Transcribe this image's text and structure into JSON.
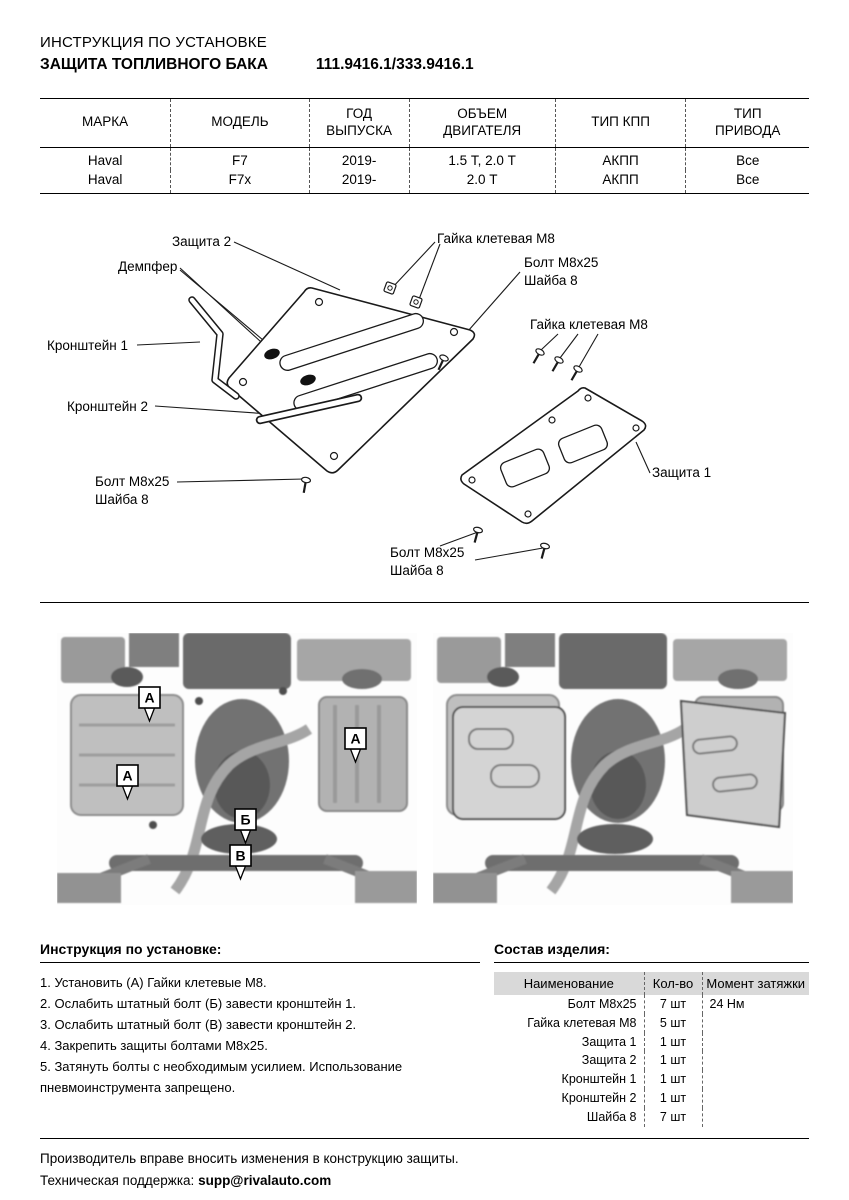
{
  "header": {
    "doc_type": "ИНСТРУКЦИЯ ПО УСТАНОВКЕ",
    "title": "ЗАЩИТА ТОПЛИВНОГО БАКА",
    "part_number": "111.9416.1/333.9416.1"
  },
  "spec_table": {
    "headers": [
      "МАРКА",
      "МОДЕЛЬ",
      "ГОД\nВЫПУСКА",
      "ОБЪЕМ\nДВИГАТЕЛЯ",
      "ТИП КПП",
      "ТИП\nПРИВОДА"
    ],
    "rows": [
      [
        "Haval",
        "F7",
        "2019-",
        "1.5 Т, 2.0 Т",
        "АКПП",
        "Все"
      ],
      [
        "Haval",
        "F7x",
        "2019-",
        "2.0 Т",
        "АКПП",
        "Все"
      ]
    ]
  },
  "diagram": {
    "labels": {
      "shield2": "Защита 2",
      "cage_nut_top": "Гайка клетевая М8",
      "damper": "Демпфер",
      "bolt_top": "Болт М8х25",
      "washer_top": "Шайба 8",
      "bracket1": "Кронштейн 1",
      "cage_nut_right": "Гайка клетевая М8",
      "bracket2": "Кронштейн 2",
      "shield1": "Защита 1",
      "bolt_left": "Болт М8х25",
      "washer_left": "Шайба 8",
      "bolt_bottom": "Болт М8х25",
      "washer_bottom": "Шайба 8"
    }
  },
  "photos": {
    "markers": [
      "А",
      "А",
      "А",
      "Б",
      "В"
    ]
  },
  "instructions": {
    "title": "Инструкция по установке:",
    "steps": [
      "1. Установить (А) Гайки клетевые М8.",
      "2. Ослабить штатный болт (Б) завести кронштейн 1.",
      "3. Ослабить штатный болт (В) завести кронштейн 2.",
      "4. Закрепить защиты болтами М8х25.",
      "5. Затянуть болты с необходимым усилием. Использование пневмоинструмента запрещено."
    ]
  },
  "parts": {
    "title": "Состав изделия:",
    "headers": [
      "Наименование",
      "Кол-во",
      "Момент затяжки"
    ],
    "rows": [
      [
        "Болт М8х25",
        "7 шт",
        "24 Нм"
      ],
      [
        "Гайка клетевая М8",
        "5 шт",
        ""
      ],
      [
        "Защита 1",
        "1 шт",
        ""
      ],
      [
        "Защита 2",
        "1 шт",
        ""
      ],
      [
        "Кронштейн 1",
        "1 шт",
        ""
      ],
      [
        "Кронштейн 2",
        "1 шт",
        ""
      ],
      [
        "Шайба 8",
        "7 шт",
        ""
      ]
    ]
  },
  "footer": {
    "line1": "Производитель вправе вносить изменения в конструкцию защиты.",
    "support_label": "Техническая поддержка:",
    "support_email": "supp@rivalauto.com"
  }
}
